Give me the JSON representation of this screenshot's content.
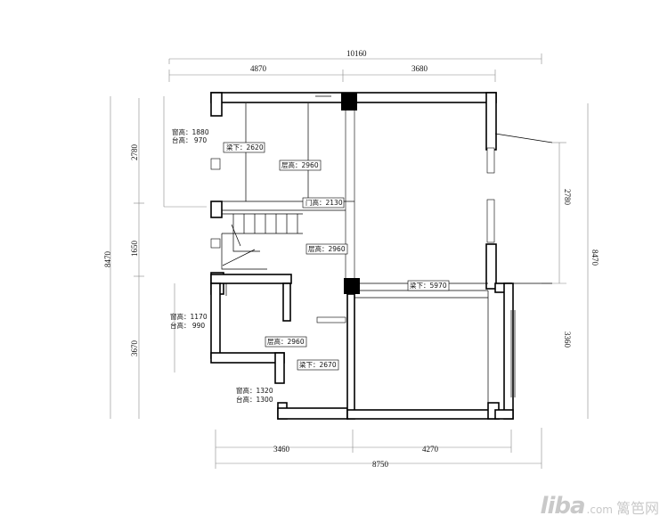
{
  "dimensions": {
    "top_total": "10160",
    "top_left": "4870",
    "top_right": "3680",
    "bottom_left": "3460",
    "bottom_right": "4270",
    "bottom_total": "8750",
    "left_total": "8470",
    "left_upper": "2780",
    "left_middle": "1650",
    "left_lower": "3670",
    "right_total": "8470",
    "right_upper": "2780",
    "right_lower": "3360"
  },
  "labels": {
    "win1_h": "窗高：1880",
    "win1_s": "台高： 970",
    "beam1": "梁下：2620",
    "floor1": "层高：2960",
    "door_h": "门高：2130",
    "floor2": "层高：2960",
    "beam2": "梁下：5970",
    "win2_h": "窗高：1170",
    "win2_s": "台高： 990",
    "floor3": "层高：2960",
    "beam3": "梁下：2670",
    "win3_h": "窗高：1320",
    "win3_s": "台高：1300"
  },
  "watermark": {
    "logo": "liba",
    "domain": ".com",
    "cn": "篱笆网"
  }
}
